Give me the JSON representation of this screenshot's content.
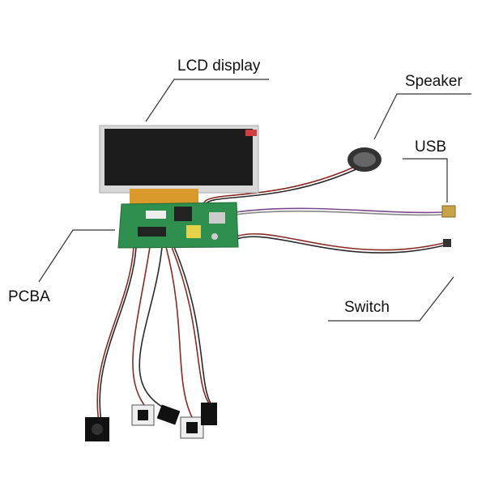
{
  "labels": {
    "lcd": "LCD display",
    "speaker": "Speaker",
    "usb": "USB",
    "pcba": "PCBA",
    "switch": "Switch"
  },
  "colors": {
    "pcb": "#2f8f4e",
    "screen": "#1c1c1c",
    "fpc": "#d99a2b",
    "wire_red": "#8a2a22",
    "wire_dark": "#2a2a2a",
    "callout_line": "#333333"
  }
}
